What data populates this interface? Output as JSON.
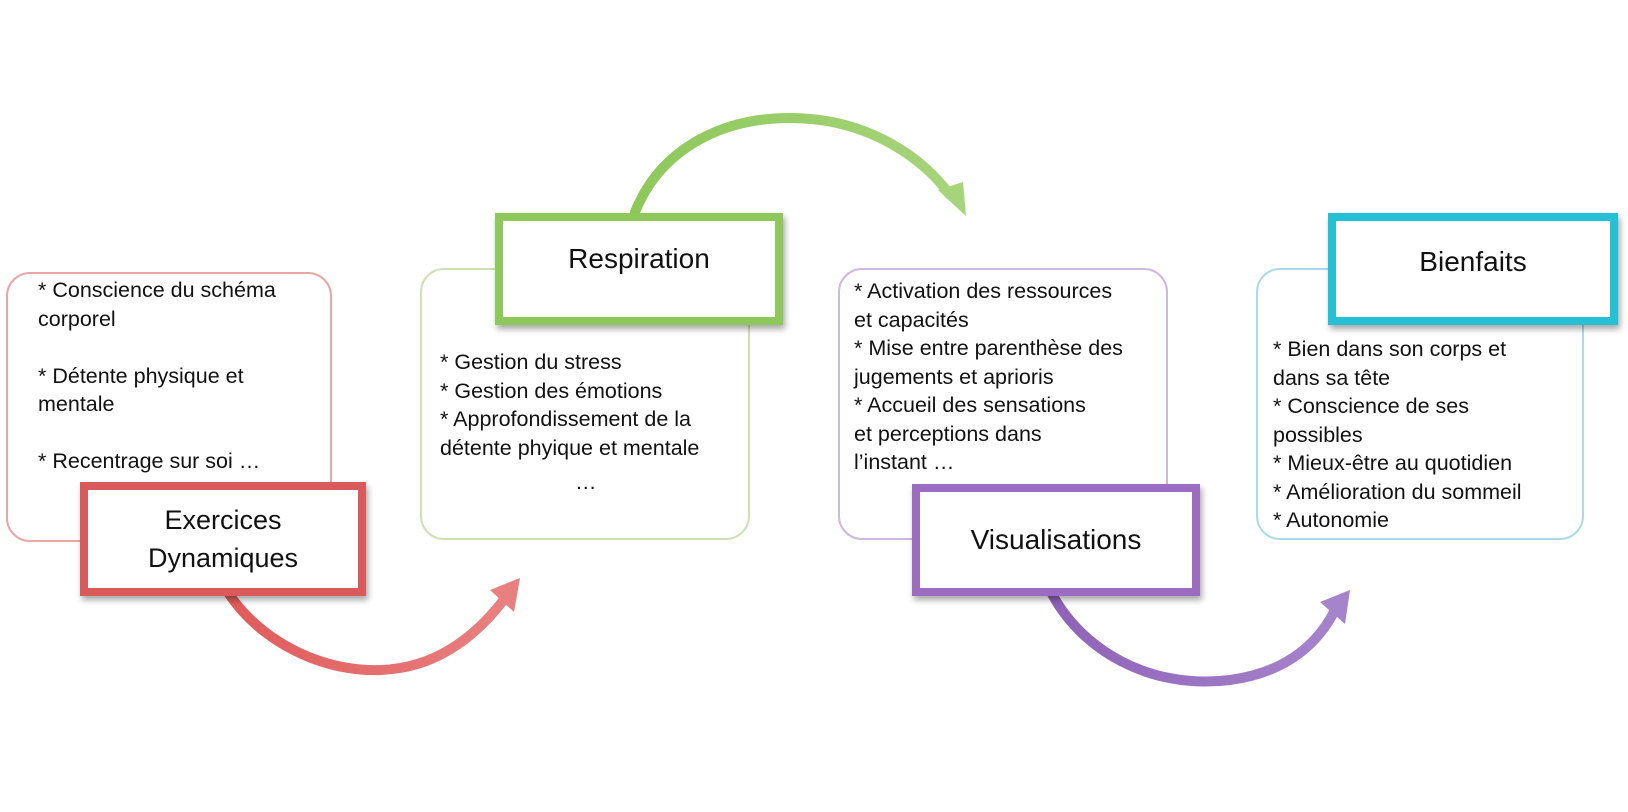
{
  "colors": {
    "red": "#e06666",
    "green": "#8fc65a",
    "purple": "#9a74c4",
    "cyan": "#2cbfd6"
  },
  "steps": [
    {
      "title_lines": [
        "Exercices",
        "Dynamiques"
      ],
      "items": [
        "* Conscience du schéma",
        "corporel",
        "",
        "* Détente physique et",
        "mentale",
        "",
        "* Recentrage sur soi  …"
      ]
    },
    {
      "title_lines": [
        "Respiration"
      ],
      "items": [
        "* Gestion du stress",
        "* Gestion des émotions",
        "* Approfondissement de la",
        "détente phyique et mentale"
      ],
      "ellipsis": "…"
    },
    {
      "title_lines": [
        "Visualisations"
      ],
      "items": [
        "* Activation des ressources",
        "et capacités",
        "* Mise entre parenthèse des",
        "jugements et aprioris",
        "* Accueil des sensations",
        "et perceptions dans",
        "l’instant  …"
      ]
    },
    {
      "title_lines": [
        "Bienfaits"
      ],
      "items": [
        "* Bien dans son corps et",
        "dans sa tête",
        "* Conscience de ses",
        "possibles",
        "* Mieux-être au quotidien",
        "* Amélioration du sommeil",
        "* Autonomie"
      ]
    }
  ]
}
